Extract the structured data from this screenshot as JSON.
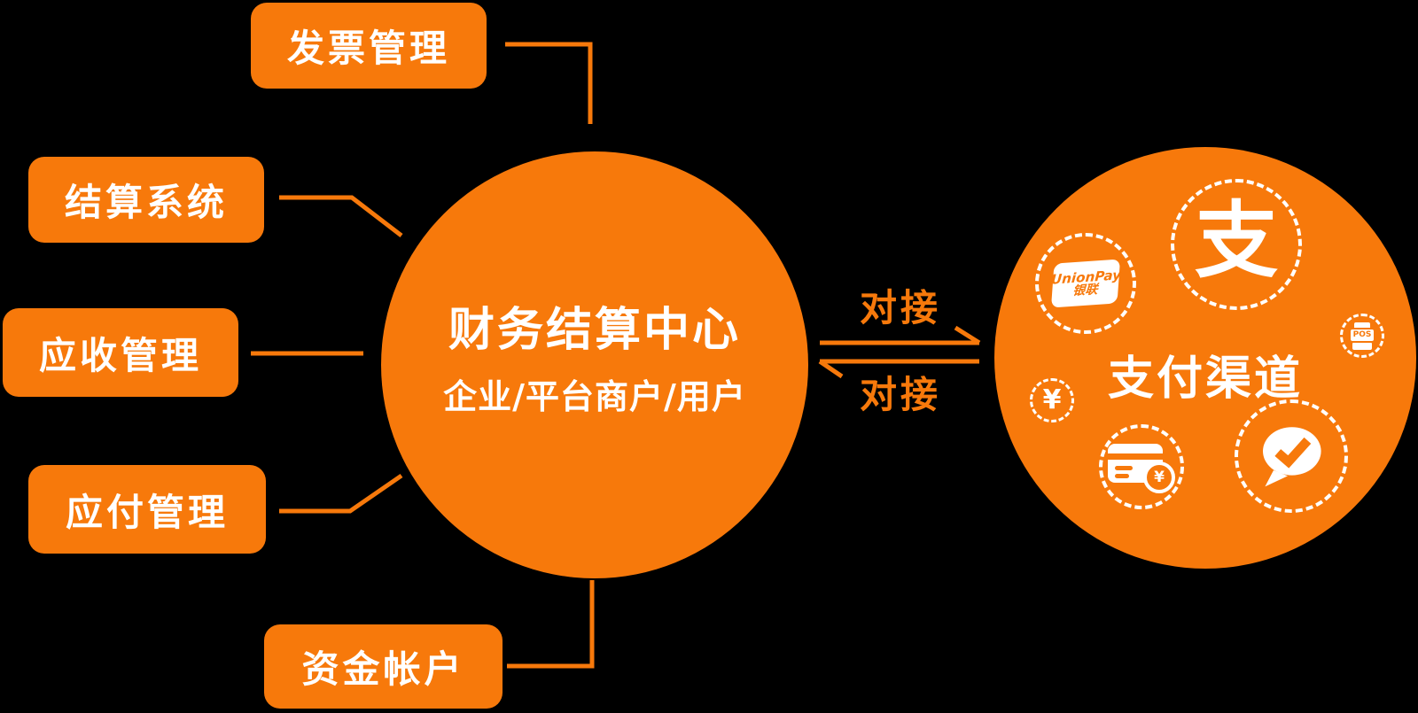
{
  "colors": {
    "accent": "#F7790B",
    "text_on_accent": "#FFFFFF",
    "background": "#000000"
  },
  "modules": [
    {
      "label": "发票管理"
    },
    {
      "label": "结算系统"
    },
    {
      "label": "应收管理"
    },
    {
      "label": "应付管理"
    },
    {
      "label": "资金帐户"
    }
  ],
  "center": {
    "title": "财务结算中心",
    "subtitle": "企业/平台商户/用户"
  },
  "links": {
    "outbound_label": "对接",
    "inbound_label": "对接"
  },
  "payment": {
    "title": "支付渠道",
    "channels": [
      {
        "name": "unionpay-icon",
        "line1": "UnionPay",
        "line2": "银联"
      },
      {
        "name": "alipay-icon",
        "glyph": "支"
      },
      {
        "name": "pos-icon",
        "label": "POS"
      },
      {
        "name": "yuan-icon",
        "glyph": "¥"
      },
      {
        "name": "bank-card-icon",
        "badge_glyph": "¥"
      },
      {
        "name": "wechat-pay-icon"
      }
    ]
  }
}
